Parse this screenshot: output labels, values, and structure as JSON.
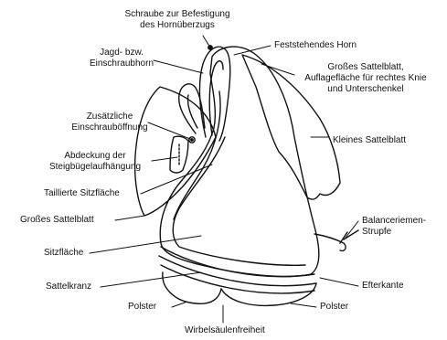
{
  "figure": {
    "ink_color": "#111111",
    "background": "#ffffff",
    "subject": "saddle (western/side view)"
  },
  "labels": {
    "screw_horn": "Schraube zur Befestigung\ndes Hornüberzugs",
    "hunting_horn": "Jagd- bzw.\nEinschraubhorn",
    "fixed_horn": "Feststehendes Horn",
    "large_flap_top": "Großes Sattelblatt,\nAuflagefläche für rechtes Knie\nund Unterschenkel",
    "extra_screw_hole": "Zusätzliche\nEinschrauböffnung",
    "stirrup_cover": "Abdeckung der\nSteigbügelaufhängung",
    "small_flap": "Kleines Sattelblatt",
    "waist_seat": "Taillierte Sitzfläche",
    "large_flap_left": "Großes Sattelblatt",
    "balance_strap": "Balanceriemen-\nStrupfe",
    "seat": "Sitzfläche",
    "cantle": "Sattelkranz",
    "rear_edge": "Efterkante",
    "panel_left": "Polster",
    "panel_right": "Polster",
    "gullet": "Wirbelsäulenfreiheit"
  }
}
